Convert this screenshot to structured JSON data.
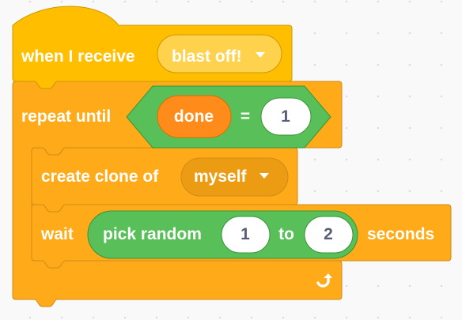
{
  "colors": {
    "events": "#ffbf00",
    "events_border": "#cc9900",
    "events_dropdown": "#ffd24d",
    "control": "#ffab19",
    "control_border": "#cf8b17",
    "control_menu": "#ec9c13",
    "operators": "#59c059",
    "operators_border": "#389438",
    "variables": "#ff8c1a",
    "variables_border": "#db6e00",
    "text_white": "#ffffff",
    "text_dark": "#575e75",
    "background": "#f9f9f9"
  },
  "hat_block": {
    "label": "when I receive",
    "dropdown": {
      "value": "blast off!",
      "icon": "caret-down-icon"
    }
  },
  "repeat_block": {
    "label": "repeat until",
    "condition": {
      "operator": "=",
      "left_reporter": "done",
      "right_value": "1"
    },
    "loop_icon": "loop-arrow-icon"
  },
  "clone_block": {
    "label": "create clone of",
    "dropdown": {
      "value": "myself",
      "icon": "caret-down-icon"
    }
  },
  "wait_block": {
    "label": "wait",
    "reporter": {
      "label": "pick random",
      "from": "1",
      "connector": "to",
      "to": "2"
    },
    "suffix": "seconds"
  }
}
